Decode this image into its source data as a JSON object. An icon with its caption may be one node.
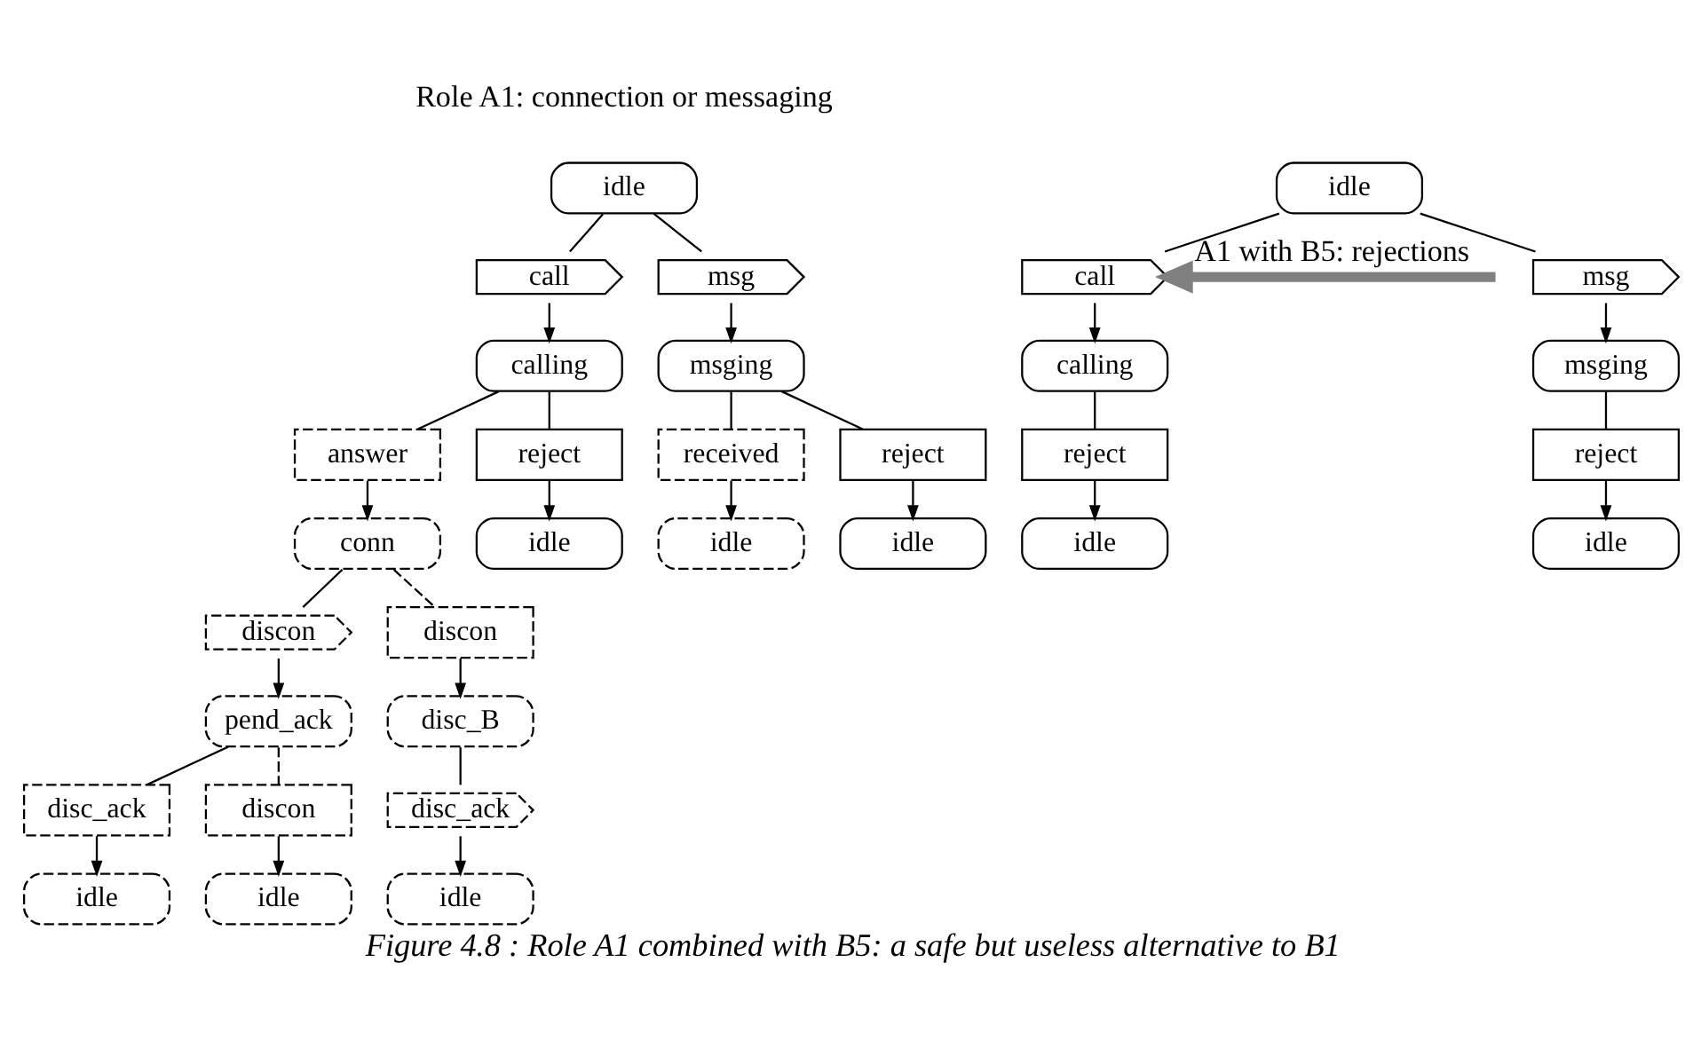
{
  "diagram": {
    "caption": "Figure 4.8 : Role A1 combined with B5: a safe but useless alternative to B1",
    "nodes": [
      {
        "text": [
          "idle"
        ]
      },
      {
        "text": [
          "call"
        ]
      },
      {
        "text": [
          "msg"
        ]
      },
      {
        "text": [
          "calling"
        ]
      },
      {
        "text": [
          "msging"
        ]
      },
      {
        "text": [
          "answer"
        ]
      },
      {
        "text": [
          "reject"
        ]
      },
      {
        "text": [
          "received"
        ]
      },
      {
        "text": [
          "reject"
        ]
      },
      {
        "text": [
          "conn"
        ]
      },
      {
        "text": [
          "idle"
        ]
      },
      {
        "text": [
          "idle"
        ]
      },
      {
        "text": [
          "idle"
        ]
      },
      {
        "text": [
          "discon"
        ]
      },
      {
        "text": [
          "discon"
        ]
      },
      {
        "text": [
          "pend_ack"
        ]
      },
      {
        "text": [
          "disc_B"
        ]
      },
      {
        "text": [
          "disc_ack"
        ]
      },
      {
        "text": [
          "discon"
        ]
      },
      {
        "text": [
          "disc_ack"
        ]
      },
      {
        "text": [
          "idle"
        ]
      },
      {
        "text": [
          "idle"
        ]
      },
      {
        "text": [
          "idle"
        ]
      },
      {
        "text": [
          "idle"
        ]
      },
      {
        "text": [
          "call"
        ]
      },
      {
        "text": [
          "msg"
        ]
      },
      {
        "text": [
          "calling"
        ]
      },
      {
        "text": [
          "msging"
        ]
      },
      {
        "text": [
          "reject"
        ]
      },
      {
        "text": [
          "reject"
        ]
      },
      {
        "text": [
          "idle"
        ]
      },
      {
        "text": [
          "idle"
        ]
      }
    ],
    "edges": [
      {
        "from": 0,
        "to": 1,
        "arrow": "none"
      },
      {
        "from": 0,
        "to": 2,
        "arrow": "none"
      },
      {
        "from": 1,
        "to": 3,
        "arrow": "to"
      },
      {
        "from": 2,
        "to": 4,
        "arrow": "to"
      },
      {
        "from": 3,
        "to": 5,
        "arrow": "none"
      },
      {
        "from": 3,
        "to": 6,
        "arrow": "none"
      },
      {
        "from": 4,
        "to": 7,
        "arrow": "none"
      },
      {
        "from": 4,
        "to": 8,
        "arrow": "none"
      },
      {
        "from": 5,
        "to": 9,
        "arrow": "to"
      },
      {
        "from": 6,
        "to": 10,
        "arrow": "to"
      },
      {
        "from": 7,
        "to": 11,
        "arrow": "to"
      },
      {
        "from": 8,
        "to": 12,
        "arrow": "to"
      },
      {
        "from": 9,
        "to": 13,
        "arrow": "none"
      },
      {
        "from": 9,
        "to": 14,
        "arrow": "none",
        "style": "dashed"
      },
      {
        "from": 13,
        "to": 15,
        "arrow": "to"
      },
      {
        "from": 14,
        "to": 16,
        "arrow": "to"
      },
      {
        "from": 15,
        "to": 17,
        "arrow": "none"
      },
      {
        "from": 15,
        "to": 18,
        "arrow": "none",
        "style": "dashed"
      },
      {
        "from": 16,
        "to": 19,
        "arrow": "none"
      },
      {
        "from": 17,
        "to": 20,
        "arrow": "to"
      },
      {
        "from": 18,
        "to": 21,
        "arrow": "to"
      },
      {
        "from": 19,
        "to": 22,
        "arrow": "to"
      },
      {
        "from": null,
        "to": 24,
        "arrow": "to",
        "label": "A1 with B5: rejections",
        "style": "thick",
        "color": "#808080"
      },
      {
        "from": 23,
        "to": 24,
        "arrow": "none"
      },
      {
        "from": 23,
        "to": 25,
        "arrow": "none"
      },
      {
        "from": 24,
        "to": 26,
        "arrow": "to"
      },
      {
        "from": 25,
        "to": 27,
        "arrow": "to"
      },
      {
        "from": 26,
        "to": 28,
        "arrow": "none"
      },
      {
        "from": 27,
        "to": 29,
        "arrow": "none"
      },
      {
        "from": 28,
        "to": 30,
        "arrow": "to"
      },
      {
        "from": 29,
        "to": 31,
        "arrow": "to"
      }
    ],
    "labels": [
      "Role A1: connection or messaging"
    ]
  }
}
